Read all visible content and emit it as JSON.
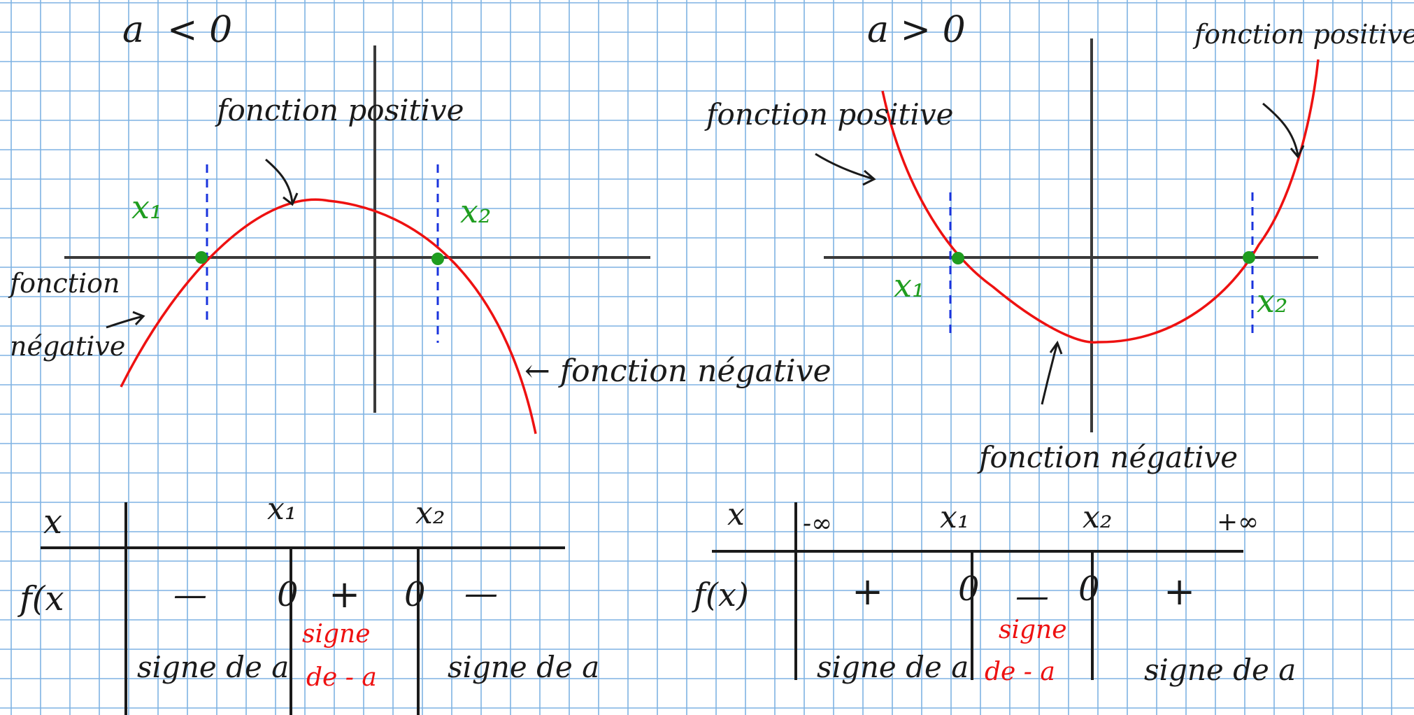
{
  "colors": {
    "grid": "#7fb2e3",
    "ink": "#1a1a1a",
    "axis": "#3a3a3a",
    "curve": "#ee1111",
    "roots": "#1f9d1f",
    "dash": "#1a33dd",
    "red_text": "#ee1111"
  },
  "left": {
    "title": "a  < 0",
    "label_pos_top": "fonction positive",
    "label_neg_left_1": "fonction",
    "label_neg_left_2": "négative",
    "label_neg_right": "← fonction négative",
    "root1": "x₁",
    "root2": "x₂",
    "table": {
      "head_x": "x",
      "head_x1": "x₁",
      "head_x2": "x₂",
      "row_label": "f(x",
      "signs": [
        "—",
        "0",
        "+",
        "0",
        "—"
      ],
      "note_left": "signe de a",
      "note_mid_1": "signe",
      "note_mid_2": "de - a",
      "note_right": "signe de a"
    }
  },
  "right": {
    "title": "a > 0",
    "label_pos_left": "fonction positive",
    "label_pos_right": "fonction positive",
    "label_neg_bottom": "fonction négative",
    "root1": "x₁",
    "root2": "x₂",
    "table": {
      "head_x": "x",
      "head_minf": "-∞",
      "head_x1": "x₁",
      "head_x2": "x₂",
      "head_pinf": "+∞",
      "row_label": "f(x)",
      "signs": [
        "+",
        "0",
        "—",
        "0",
        "+"
      ],
      "note_left": "signe de a",
      "note_mid_1": "signe",
      "note_mid_2": "de - a",
      "note_right": "signe de a"
    }
  }
}
